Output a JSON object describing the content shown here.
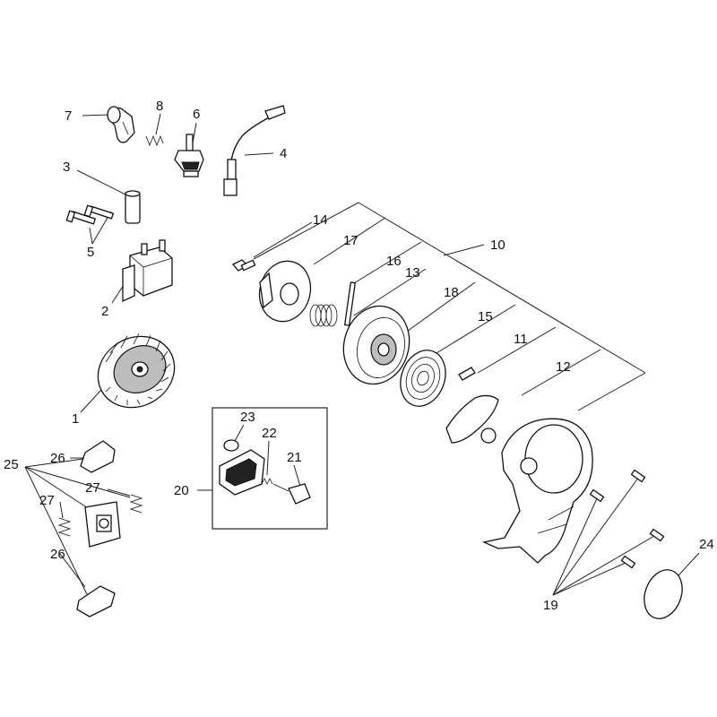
{
  "diagram": {
    "callouts": [
      {
        "id": "c1",
        "text": "1"
      },
      {
        "id": "c2",
        "text": "2"
      },
      {
        "id": "c3",
        "text": "3"
      },
      {
        "id": "c4",
        "text": "4"
      },
      {
        "id": "c5",
        "text": "5"
      },
      {
        "id": "c6",
        "text": "6"
      },
      {
        "id": "c7",
        "text": "7"
      },
      {
        "id": "c8",
        "text": "8"
      },
      {
        "id": "c10",
        "text": "10"
      },
      {
        "id": "c11",
        "text": "11"
      },
      {
        "id": "c12",
        "text": "12"
      },
      {
        "id": "c13",
        "text": "13"
      },
      {
        "id": "c14",
        "text": "14"
      },
      {
        "id": "c15",
        "text": "15"
      },
      {
        "id": "c16",
        "text": "16"
      },
      {
        "id": "c17",
        "text": "17"
      },
      {
        "id": "c18",
        "text": "18"
      },
      {
        "id": "c19",
        "text": "19"
      },
      {
        "id": "c20",
        "text": "20"
      },
      {
        "id": "c21",
        "text": "21"
      },
      {
        "id": "c22",
        "text": "22"
      },
      {
        "id": "c23",
        "text": "23"
      },
      {
        "id": "c24",
        "text": "24"
      },
      {
        "id": "c25",
        "text": "25"
      },
      {
        "id": "c26a",
        "text": "26"
      },
      {
        "id": "c26b",
        "text": "26"
      },
      {
        "id": "c27a",
        "text": "27"
      },
      {
        "id": "c27b",
        "text": "27"
      }
    ]
  }
}
